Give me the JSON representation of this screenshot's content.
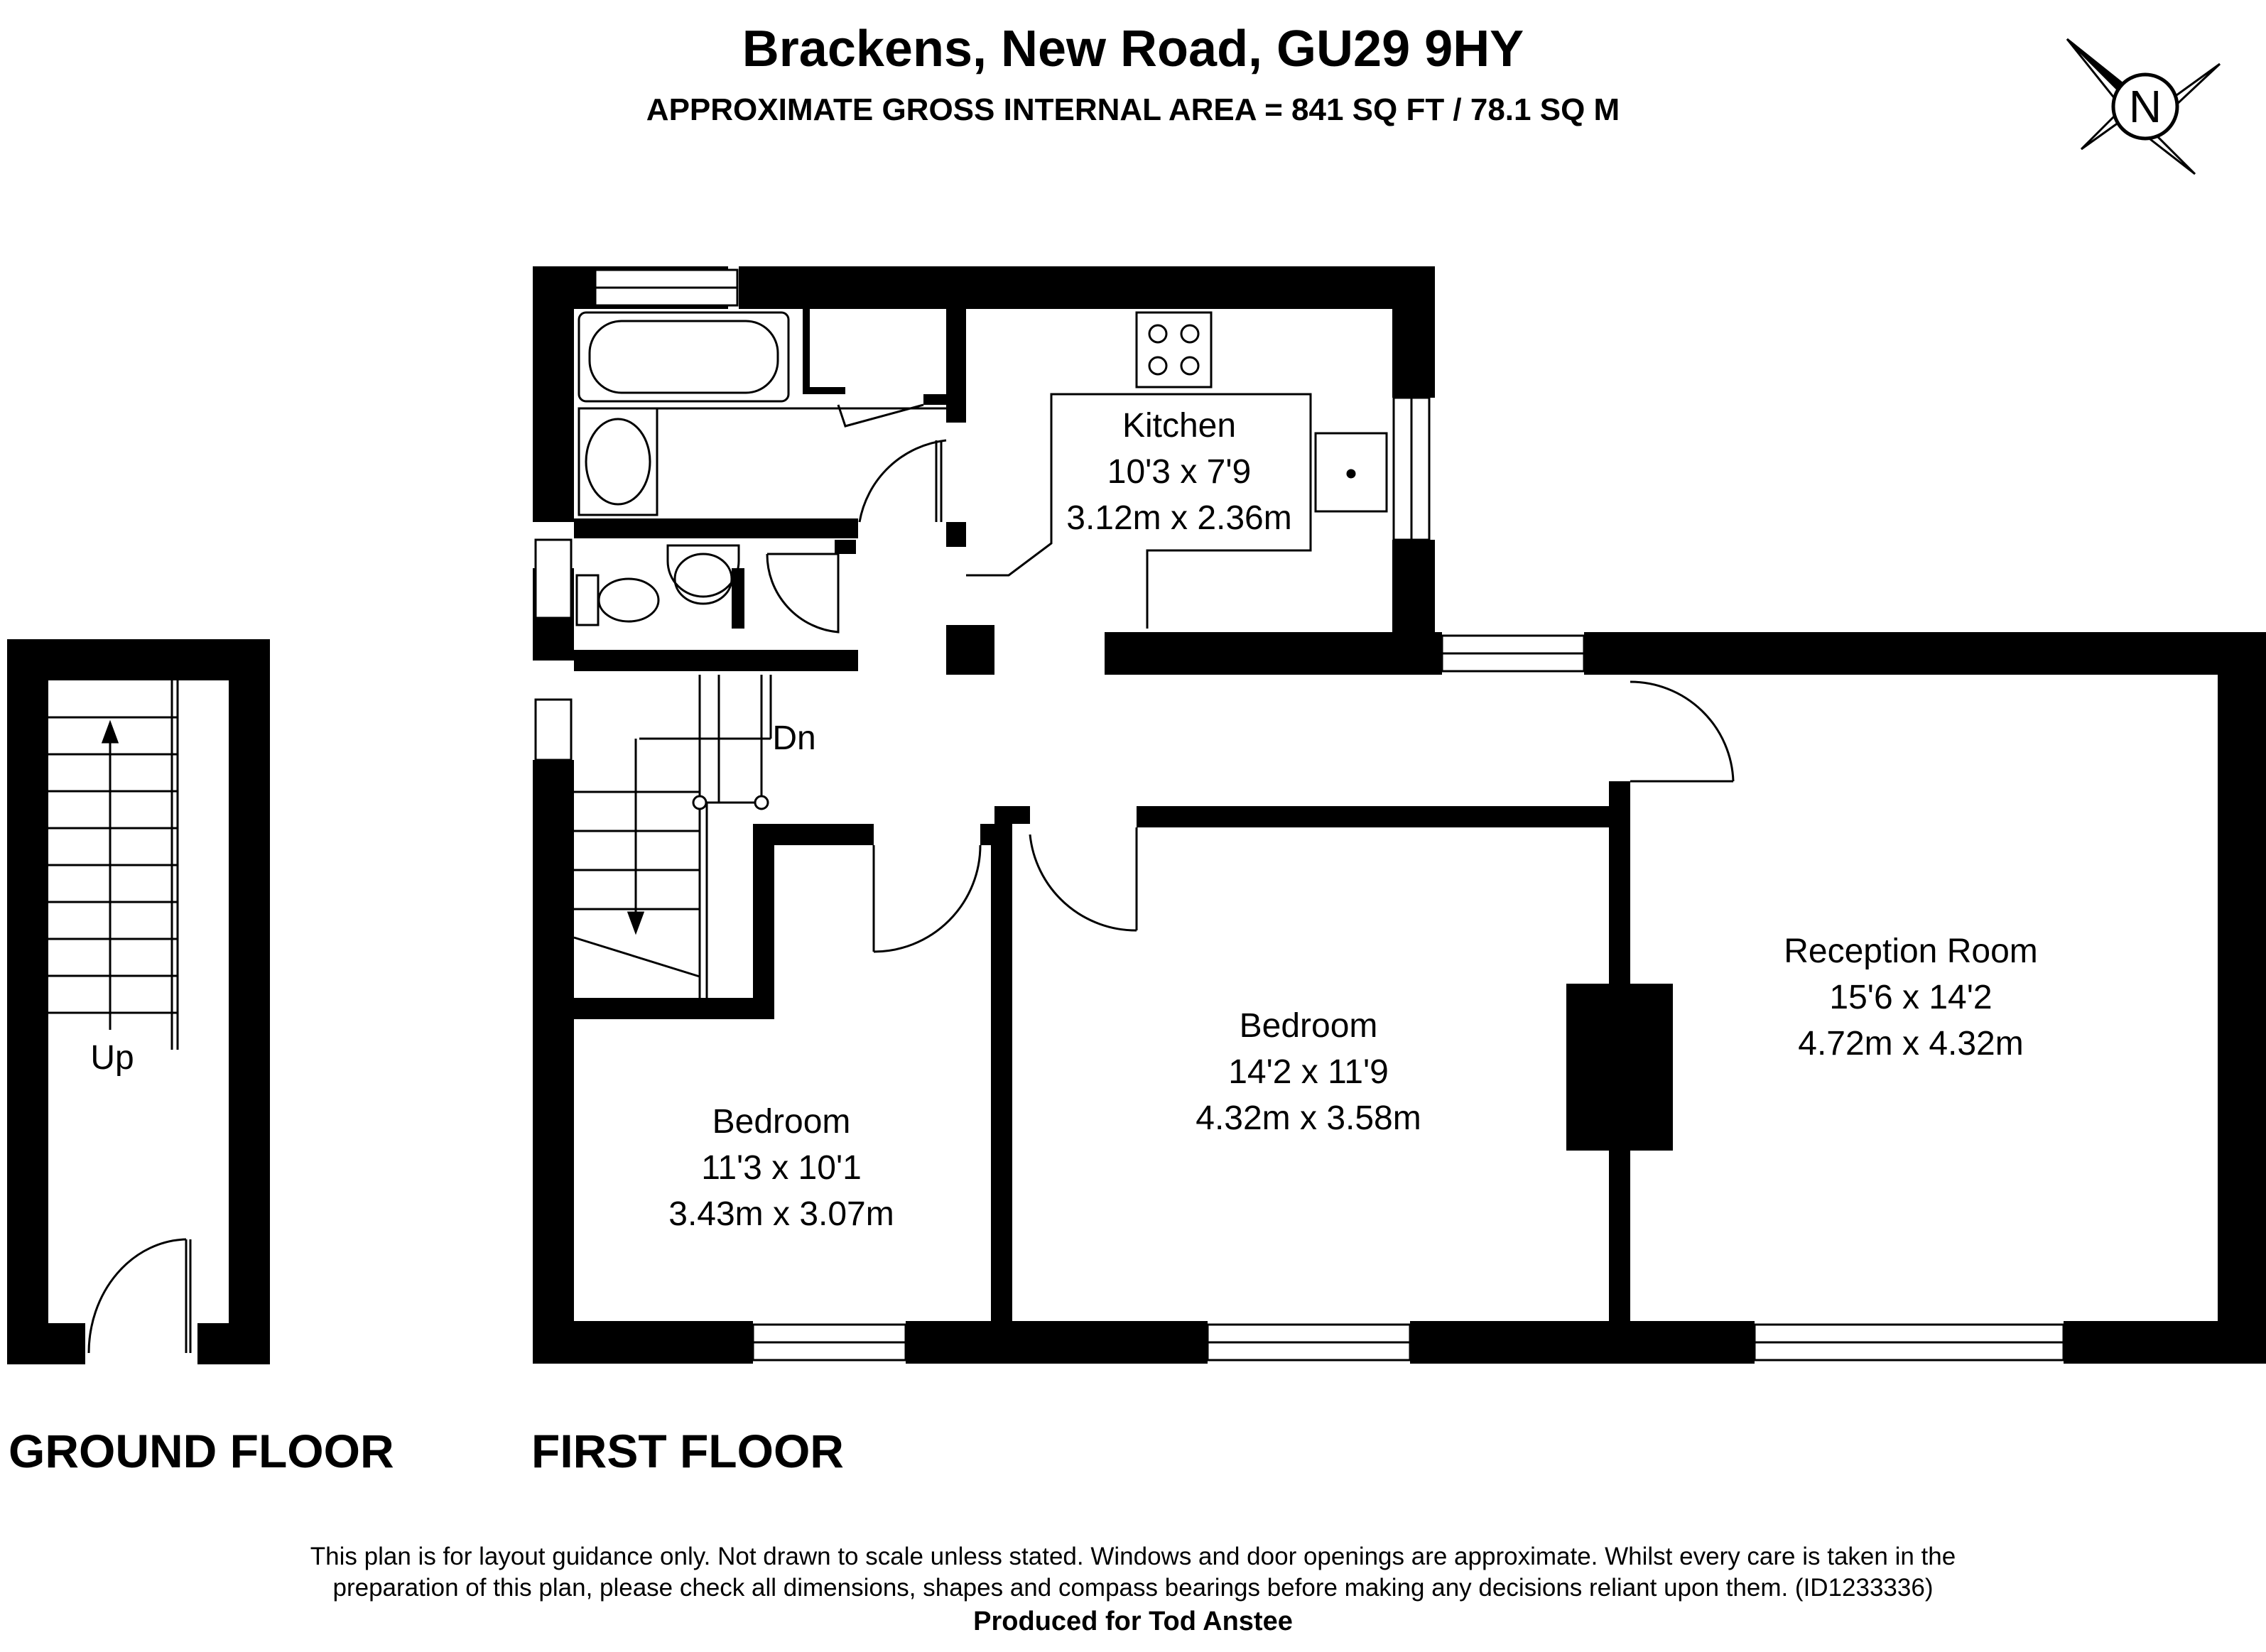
{
  "header": {
    "title": "Brackens, New Road, GU29 9HY",
    "subtitle": "APPROXIMATE GROSS INTERNAL AREA = 841 SQ FT / 78.1 SQ M"
  },
  "compass": {
    "letter": "N"
  },
  "rooms": {
    "kitchen": {
      "name": "Kitchen",
      "imperial": "10'3 x 7'9",
      "metric": "3.12m x 2.36m"
    },
    "reception": {
      "name": "Reception Room",
      "imperial": "15'6 x 14'2",
      "metric": "4.72m x 4.32m"
    },
    "bedroom_center": {
      "name": "Bedroom",
      "imperial": "14'2 x 11'9",
      "metric": "4.32m x 3.58m"
    },
    "bedroom_left": {
      "name": "Bedroom",
      "imperial": "11'3 x 10'1",
      "metric": "3.43m x 3.07m"
    }
  },
  "stairs": {
    "down_label": "Dn",
    "up_label": "Up"
  },
  "floors": {
    "ground": "GROUND FLOOR",
    "first": "FIRST FLOOR"
  },
  "footer": {
    "disclaimer_line1": "This plan is for layout guidance only. Not drawn to scale unless stated. Windows and door openings are approximate. Whilst every care is taken in the",
    "disclaimer_line2": "preparation of this plan, please check all dimensions, shapes and compass bearings before making any decisions reliant upon them. (ID1233336)",
    "producer": "Produced for Tod Anstee"
  }
}
